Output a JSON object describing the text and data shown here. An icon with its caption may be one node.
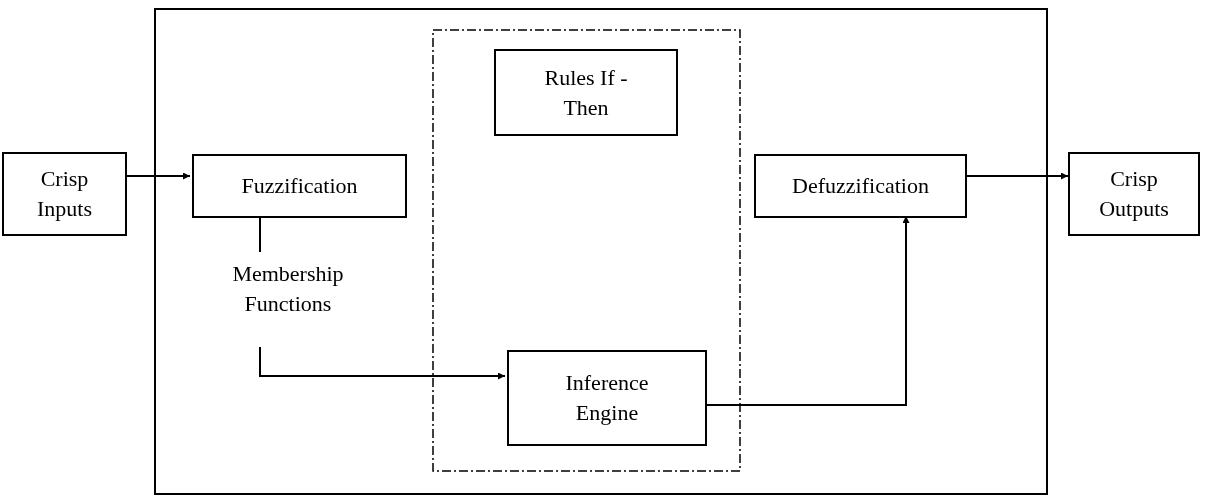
{
  "diagram": {
    "nodes": [
      {
        "text": [],
        "shape": "box"
      },
      {
        "text": [],
        "shape": "box",
        "in": 0
      },
      {
        "text": [
          "Crisp Inputs"
        ]
      },
      {
        "text": [
          "Fuzzification"
        ],
        "in": 0
      },
      {
        "text": [
          "Membership Functions"
        ],
        "in": 0
      },
      {
        "text": [
          "Rules If - Then"
        ],
        "in": 1
      },
      {
        "text": [
          "Inference Engine"
        ],
        "in": 1
      },
      {
        "text": [
          "Defuzzification"
        ],
        "in": 0
      },
      {
        "text": [
          "Crisp Outputs"
        ]
      }
    ],
    "edges": [
      {
        "from": 2,
        "to": 3,
        "arrow": "to"
      },
      {
        "from": 3,
        "to": 4,
        "arrow": "none"
      },
      {
        "from": 4,
        "to": 6,
        "arrow": "to"
      },
      {
        "from": 6,
        "to": 7,
        "arrow": "to"
      },
      {
        "from": 7,
        "to": 8,
        "arrow": "to"
      }
    ]
  }
}
